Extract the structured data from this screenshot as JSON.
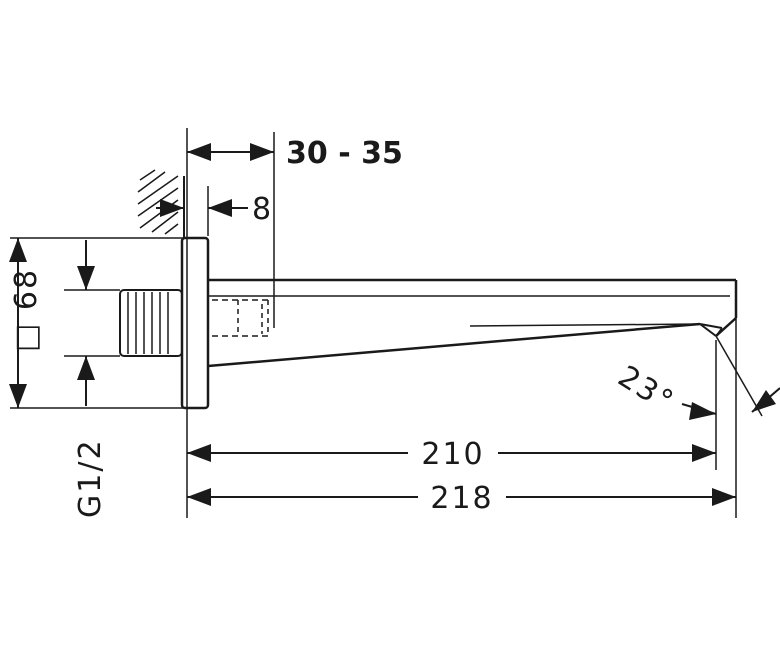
{
  "drawing": {
    "dimensions": {
      "wall_range": "30 - 35",
      "plate_offset": "8",
      "plate_size": "□ 68",
      "connection": "G1/2",
      "spout_length_inner": "210",
      "spout_length_total": "218",
      "angle": "23°"
    }
  }
}
